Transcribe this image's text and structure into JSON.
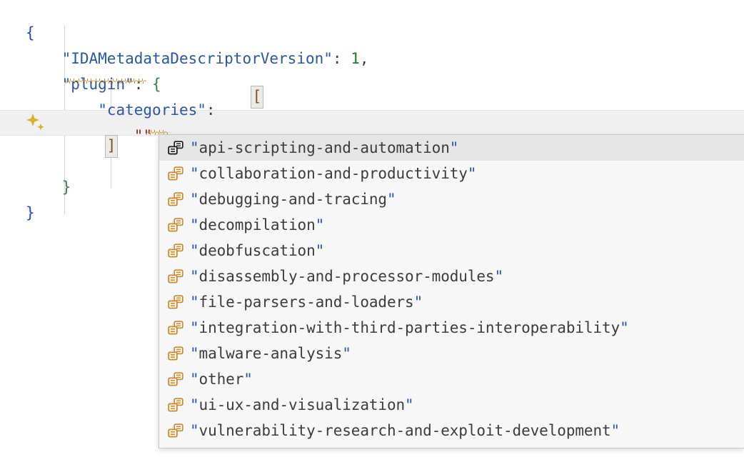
{
  "app": {
    "kind": "code-editor-with-autocomplete",
    "language": "json",
    "theme": "light"
  },
  "editor": {
    "lines": [
      {
        "indent": 0,
        "segments": [
          {
            "t": "{",
            "c": "brace-b"
          }
        ]
      },
      {
        "indent": 4,
        "segments": [
          {
            "t": "\"IDAMetadataDescriptorVersion\"",
            "c": "k"
          },
          {
            "t": ": ",
            "c": "punc"
          },
          {
            "t": "1",
            "c": "num"
          },
          {
            "t": ",",
            "c": "punc"
          }
        ]
      },
      {
        "indent": 4,
        "segments": [
          {
            "t": "\"plugin\"",
            "c": "k"
          },
          {
            "t": ": ",
            "c": "punc"
          },
          {
            "t": "{",
            "c": "brace-g"
          }
        ]
      },
      {
        "indent": 8,
        "segments": [
          {
            "t": "\"categories\"",
            "c": "k"
          },
          {
            "t": ": ",
            "c": "punc"
          }
        ]
      },
      {
        "indent": 12,
        "segments": [
          {
            "t": "\"\"",
            "c": "str-red"
          }
        ]
      },
      {
        "indent": 8,
        "segments": []
      },
      {
        "indent": 4,
        "segments": [
          {
            "t": "}",
            "c": "brace-g"
          }
        ]
      },
      {
        "indent": 0,
        "segments": [
          {
            "t": "}",
            "c": "brace-b"
          }
        ]
      }
    ],
    "bracket_open": "[",
    "bracket_close": "]",
    "gutter_icon": "ai-sparkle-icon",
    "current_line_number": 6
  },
  "autocomplete": {
    "visible": true,
    "selected_index": 0,
    "item_icon": "enum-member-icon",
    "items": [
      {
        "value": "\"api-scripting-and-automation\""
      },
      {
        "value": "\"collaboration-and-productivity\""
      },
      {
        "value": "\"debugging-and-tracing\""
      },
      {
        "value": "\"decompilation\""
      },
      {
        "value": "\"deobfuscation\""
      },
      {
        "value": "\"disassembly-and-processor-modules\""
      },
      {
        "value": "\"file-parsers-and-loaders\""
      },
      {
        "value": "\"integration-with-third-parties-interoperability\""
      },
      {
        "value": "\"malware-analysis\""
      },
      {
        "value": "\"other\""
      },
      {
        "value": "\"ui-ux-and-visualization\""
      },
      {
        "value": "\"vulnerability-research-and-exploit-development\""
      }
    ]
  },
  "colors": {
    "key": "#2a56a8",
    "number": "#1a8033",
    "brace_green": "#3a7d44",
    "brace_blue": "#2b3ed6",
    "string_red": "#8b2e24",
    "squiggle": "#c8912a",
    "icon_orange": "#d4882a",
    "selected_row": "#e6e6e6",
    "popup_bg": "#f7f7f7"
  }
}
